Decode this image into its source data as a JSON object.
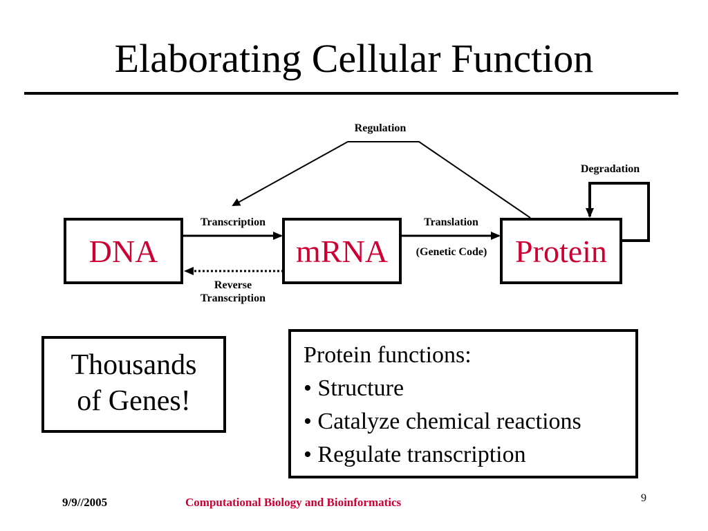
{
  "title": "Elaborating Cellular Function",
  "colors": {
    "accent": "#cc0033",
    "text": "#000000",
    "background": "#ffffff"
  },
  "diagram": {
    "nodes": {
      "dna": "DNA",
      "mrna": "mRNA",
      "protein": "Protein"
    },
    "labels": {
      "regulation": "Regulation",
      "degradation": "Degradation",
      "transcription": "Transcription",
      "translation": "Translation",
      "genetic_code": "(Genetic Code)",
      "reverse_line1": "Reverse",
      "reverse_line2": "Transcription"
    }
  },
  "genes_box": {
    "text": "Thousands\nof Genes!"
  },
  "functions_box": {
    "heading": "Protein functions:",
    "items": [
      "• Structure",
      "• Catalyze chemical reactions",
      "• Regulate transcription"
    ]
  },
  "footer": {
    "date": "9/9//2005",
    "course": "Computational Biology and Bioinformatics",
    "page": "9"
  }
}
